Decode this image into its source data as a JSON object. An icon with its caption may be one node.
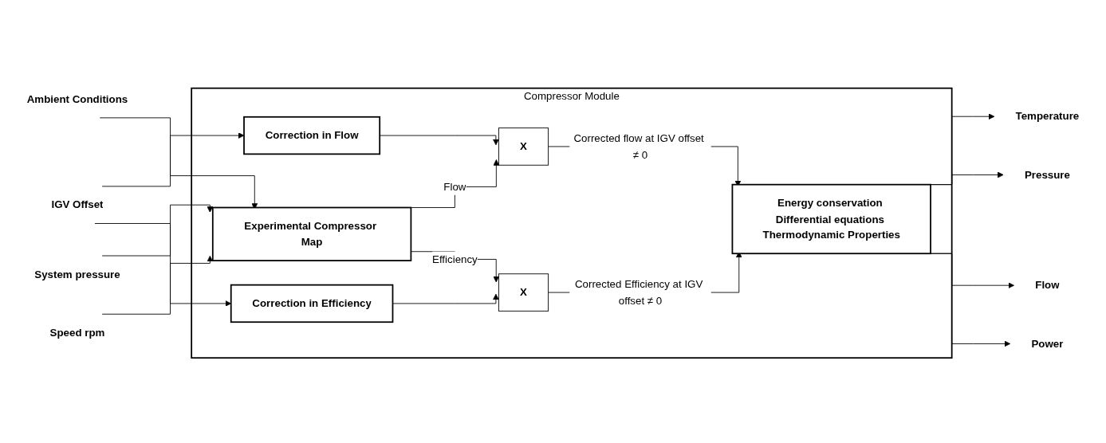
{
  "diagram": {
    "nodes": [
      {
        "text": [
          "Compressor Module"
        ]
      },
      {
        "text": [
          "IGV Offset"
        ]
      },
      {
        "text": [
          "Ambient Conditions"
        ]
      },
      {
        "text": [
          "System pressure"
        ]
      },
      {
        "text": [
          "Speed rpm"
        ]
      },
      {
        "text": [
          "Correction in Flow"
        ],
        "in": 0
      },
      {
        "text": [
          "Experimental Compressor Map"
        ],
        "in": 0
      },
      {
        "text": [
          "X"
        ],
        "in": 0
      },
      {
        "text": [
          "X"
        ],
        "in": 0
      },
      {
        "text": [
          "Correction in Efficiency"
        ],
        "in": 0
      },
      {
        "text": [
          "Energy conservation Differential equations Thermodynamic Properties"
        ],
        "in": 0
      },
      {
        "text": [
          "Temperature"
        ]
      },
      {
        "text": [
          "Pressure"
        ]
      },
      {
        "text": [
          "Flow"
        ]
      },
      {
        "text": [
          "Power"
        ]
      }
    ],
    "edges": [
      {
        "from": 1,
        "to": 5,
        "arrow": "to"
      },
      {
        "from": 1,
        "to": 9,
        "arrow": "to"
      },
      {
        "from": 2,
        "to": 6,
        "arrow": "to"
      },
      {
        "from": 3,
        "to": 6,
        "arrow": "to"
      },
      {
        "from": 4,
        "to": 6,
        "arrow": "to"
      },
      {
        "from": 5,
        "to": 7,
        "arrow": "to"
      },
      {
        "from": 6,
        "to": 7,
        "label": "Flow",
        "arrow": "to"
      },
      {
        "from": 6,
        "to": 8,
        "label": "Efficiency",
        "arrow": "to"
      },
      {
        "from": 9,
        "to": 8,
        "arrow": "to"
      },
      {
        "from": 7,
        "to": 10,
        "label": "Corrected flow at IGV offset ≠ 0",
        "arrow": "to"
      },
      {
        "from": 8,
        "to": 10,
        "label": "Corrected Efficiency at IGV offset ≠ 0",
        "arrow": "to"
      },
      {
        "from": 10,
        "to": 11,
        "arrow": "to"
      },
      {
        "from": 10,
        "to": 12,
        "arrow": "to"
      },
      {
        "from": 10,
        "to": 13,
        "arrow": "to"
      },
      {
        "from": 10,
        "to": 14,
        "arrow": "to"
      }
    ]
  }
}
